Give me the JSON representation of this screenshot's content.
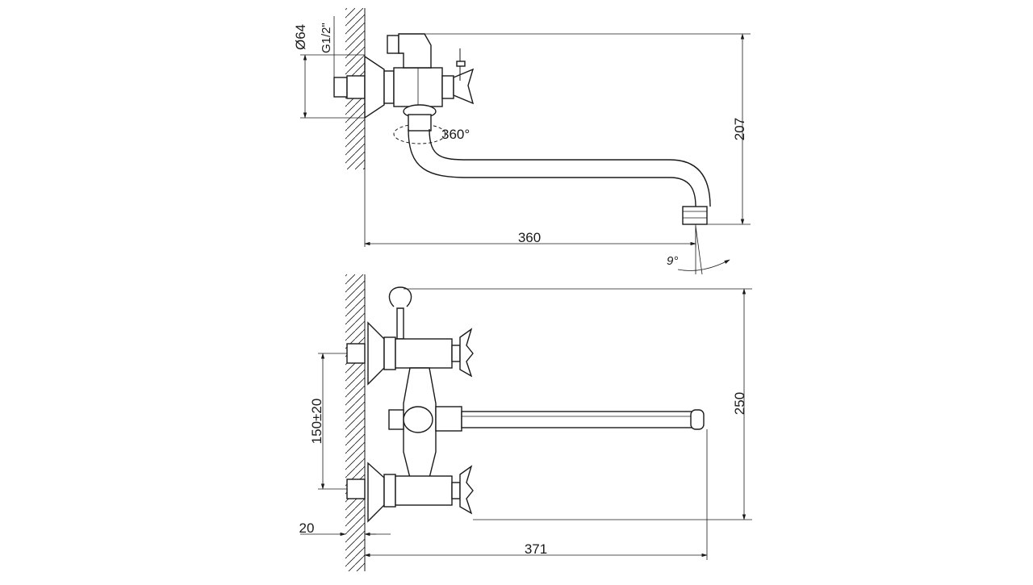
{
  "top_view": {
    "dim_flange_diameter": "Ø64",
    "dim_thread": "G1/2\"",
    "dim_rotation": "360°",
    "dim_height": "207",
    "dim_reach": "360",
    "dim_angle": "9°"
  },
  "front_view": {
    "dim_center_distance": "150±20",
    "dim_total_height": "250",
    "dim_wall_offset": "20",
    "dim_total_length": "371"
  },
  "colors": {
    "line": "#1a1a1a",
    "background": "#ffffff"
  }
}
